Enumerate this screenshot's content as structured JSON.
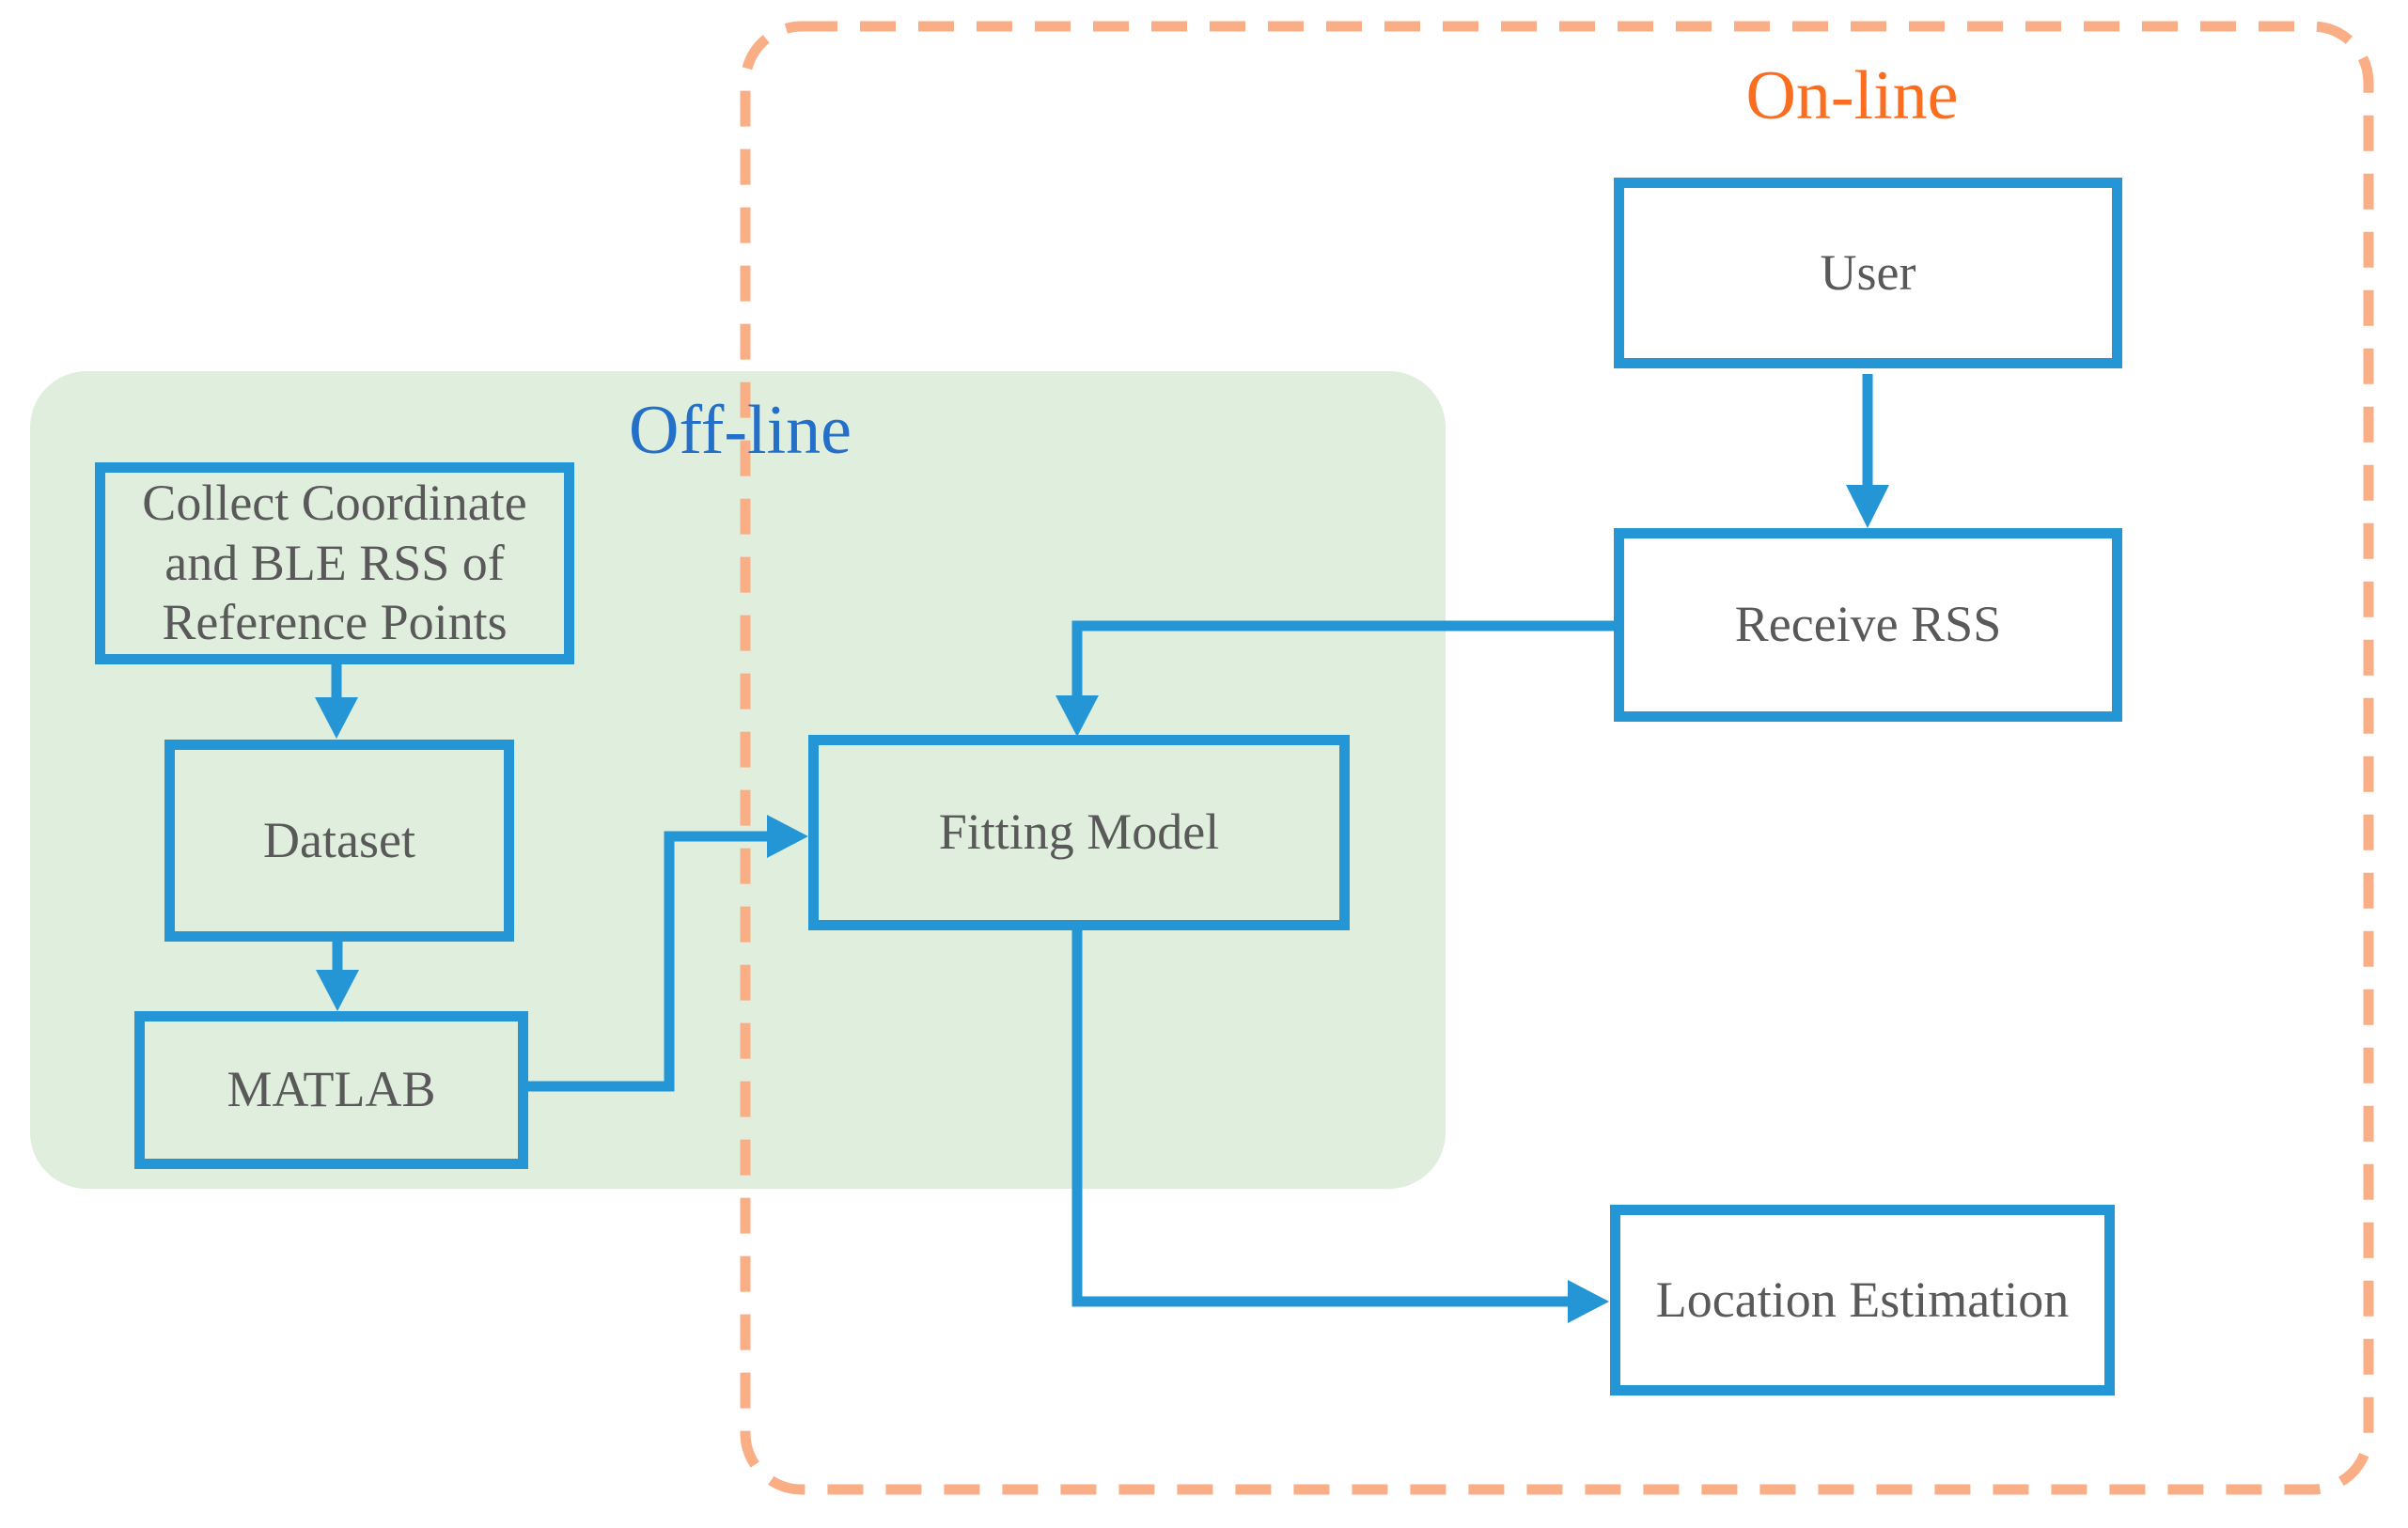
{
  "colors": {
    "background": "#FFFFFF",
    "region-green": "#E0EEDD",
    "dash-orange": "#F9AE85",
    "online-label": "#FB6E20",
    "offline-label": "#2470C8",
    "diagram-blue": "#2496D5",
    "node-text": "#595959"
  },
  "regions": {
    "offline": {
      "label": "Off-line"
    },
    "online": {
      "label": "On-line"
    }
  },
  "nodes": {
    "collect": {
      "line1": "Collect Coordinate",
      "line2": "and BLE RSS of",
      "line3": "Reference Points"
    },
    "dataset": {
      "label": "Dataset"
    },
    "matlab": {
      "label": "MATLAB"
    },
    "fitting": {
      "label": "Fitting Model"
    },
    "user": {
      "label": "User"
    },
    "receive": {
      "label": "Receive RSS"
    },
    "location": {
      "label": "Location Estimation"
    }
  },
  "edges": [
    {
      "from": "user",
      "to": "receive"
    },
    {
      "from": "collect",
      "to": "dataset"
    },
    {
      "from": "dataset",
      "to": "matlab"
    },
    {
      "from": "matlab",
      "to": "fitting"
    },
    {
      "from": "receive",
      "to": "fitting"
    },
    {
      "from": "fitting",
      "to": "location"
    }
  ]
}
